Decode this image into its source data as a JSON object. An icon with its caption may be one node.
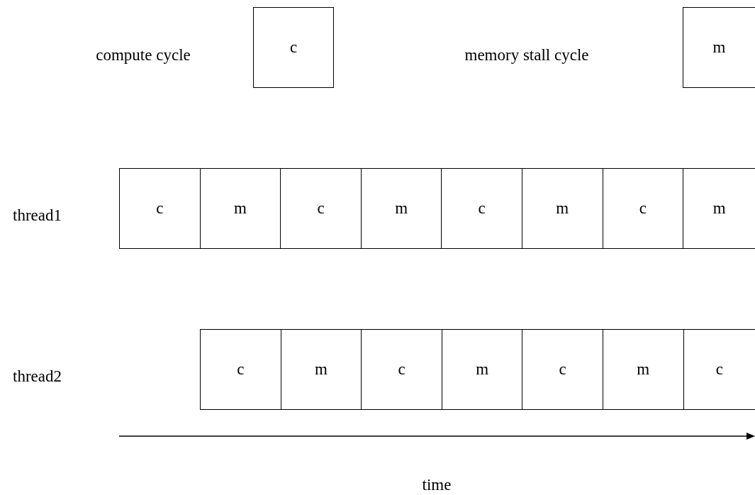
{
  "diagram": {
    "nodes": [
      {
        "text": [
          "c"
        ]
      },
      {
        "text": [
          "m"
        ]
      },
      {
        "text": [
          "c"
        ]
      },
      {
        "text": [
          "m"
        ]
      },
      {
        "text": [
          "c"
        ]
      },
      {
        "text": [
          "m"
        ]
      },
      {
        "text": [
          "c"
        ]
      },
      {
        "text": [
          "m"
        ]
      },
      {
        "text": [
          "c"
        ]
      },
      {
        "text": [
          "m"
        ]
      },
      {
        "text": [
          "c"
        ]
      },
      {
        "text": [
          "m"
        ]
      },
      {
        "text": [
          "c"
        ]
      },
      {
        "text": [
          "m"
        ]
      },
      {
        "text": [
          "c"
        ]
      },
      {
        "text": [
          "m"
        ]
      },
      {
        "text": [
          "c"
        ]
      }
    ],
    "edges": [],
    "labels": [
      "compute cycle",
      "memory stall cycle",
      "thread1",
      "thread2",
      "time"
    ]
  }
}
